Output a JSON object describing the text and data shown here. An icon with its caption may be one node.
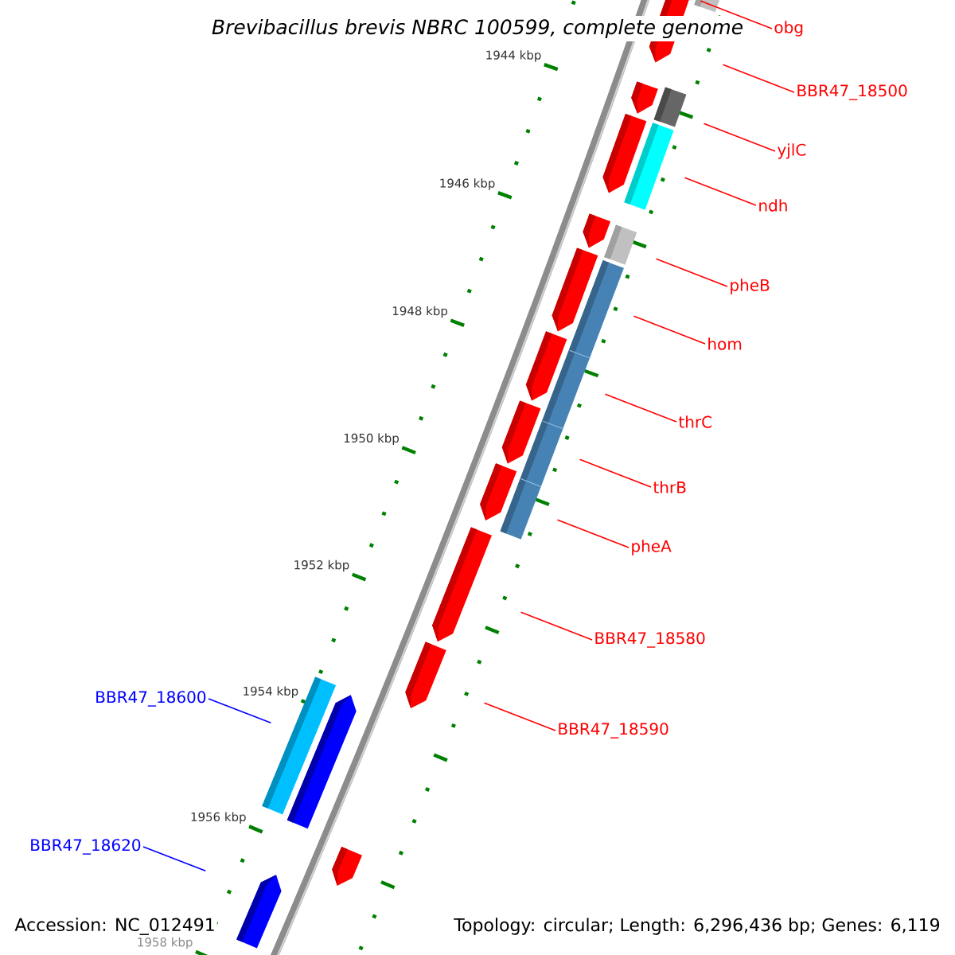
{
  "diagram": {
    "title": "Brevibacillus brevis NBRC 100599, complete genome",
    "nodes": [
      {
        "text": [
          "obg"
        ]
      },
      {
        "text": [
          "BBR47_18500"
        ]
      },
      {
        "text": [
          "yjlC"
        ]
      },
      {
        "text": [
          "ndh"
        ]
      },
      {
        "text": [
          "pheB"
        ]
      },
      {
        "text": [
          "hom"
        ]
      },
      {
        "text": [
          "thrC"
        ]
      },
      {
        "text": [
          "thrB"
        ]
      },
      {
        "text": [
          "pheA"
        ]
      },
      {
        "text": [
          "BBR47_18580"
        ]
      },
      {
        "text": [
          "BBR47_18590"
        ]
      },
      {
        "text": [
          "BBR47_18600"
        ]
      },
      {
        "text": [
          "BBR47_18620"
        ]
      }
    ],
    "edges": [
      {
        "from": 0,
        "to": null,
        "arrow": "none"
      },
      {
        "from": 1,
        "to": null,
        "arrow": "none"
      },
      {
        "from": 2,
        "to": null,
        "arrow": "none"
      },
      {
        "from": 3,
        "to": null,
        "arrow": "none"
      },
      {
        "from": 4,
        "to": null,
        "arrow": "none"
      },
      {
        "from": 5,
        "to": null,
        "arrow": "none"
      },
      {
        "from": 6,
        "to": null,
        "arrow": "none"
      },
      {
        "from": 7,
        "to": null,
        "arrow": "none"
      },
      {
        "from": 8,
        "to": null,
        "arrow": "none"
      },
      {
        "from": 9,
        "to": null,
        "arrow": "none"
      },
      {
        "from": 10,
        "to": null,
        "arrow": "none"
      },
      {
        "from": 11,
        "to": null,
        "arrow": "none",
        "color": "#0000ff"
      },
      {
        "from": 12,
        "to": null,
        "arrow": "none",
        "color": "#0000ff"
      }
    ],
    "labels": [
      "1944 kbp",
      "1946 kbp",
      "1948 kbp",
      "1950 kbp",
      "1952 kbp",
      "1954 kbp",
      "1956 kbp",
      "1958 kbp",
      "Accession: NC_012491",
      "Topology: circular; Length: 6,296,436 bp; Genes: 6,119"
    ]
  }
}
